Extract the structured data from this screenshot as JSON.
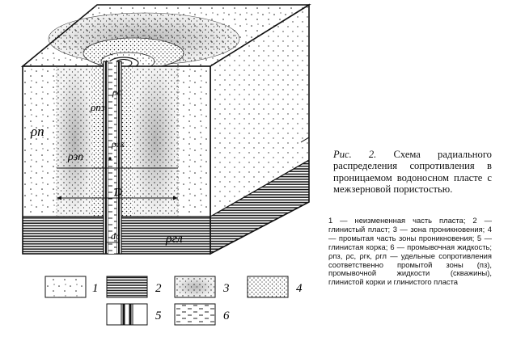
{
  "figure": {
    "caption_lead": "Рис. 2.",
    "caption_text": "Схема радиального распределения сопротивления в проницаемом водоносном пласте с межзерновой пористостью.",
    "notes": "1 — неизмененная часть пласта; 2 — глинистый пласт; 3 — зона проникновения; 4 — промытая часть зоны проникновения; 5 — глинистая корка; 6 — промывочная жидкость; ρпз, ρс, ρгк, ρгл — удельные сопротивления соответственно промытой зоны (пз), промывочной жидкости (скважины), глинистой корки и глинистого пласта"
  },
  "labels": {
    "rho_n": "ρп",
    "rho_pz": "ρпз",
    "rho_zp": "ρзп",
    "rho_c": "ρс",
    "rho_gk": "ρгк",
    "rho_gl": "ρгл",
    "D": "D",
    "d_c": "dс"
  },
  "legend": [
    {
      "num": "1",
      "pattern": "sparse-dots"
    },
    {
      "num": "2",
      "pattern": "horizontal-lines"
    },
    {
      "num": "3",
      "pattern": "gradient-dots"
    },
    {
      "num": "4",
      "pattern": "dense-dots"
    },
    {
      "num": "5",
      "pattern": "mud-cake"
    },
    {
      "num": "6",
      "pattern": "dashes"
    }
  ]
}
